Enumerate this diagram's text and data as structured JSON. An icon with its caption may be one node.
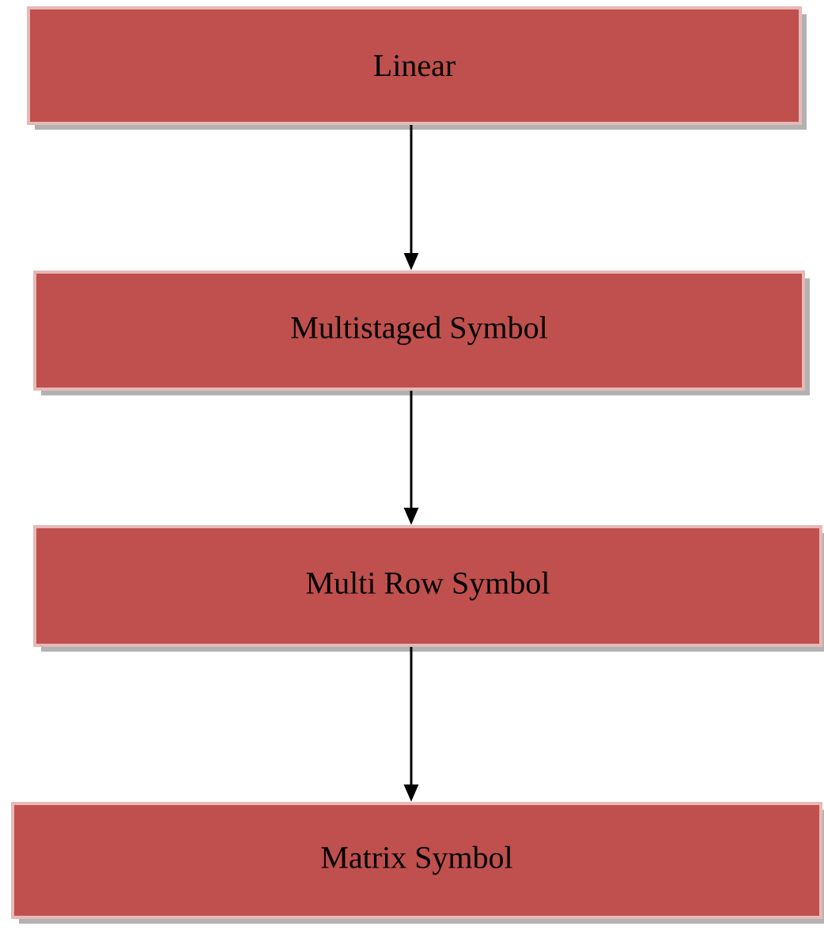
{
  "diagram": {
    "nodes": [
      {
        "text": [
          "Linear"
        ]
      },
      {
        "text": [
          "Multistaged Symbol"
        ]
      },
      {
        "text": [
          "Multi Row Symbol"
        ]
      },
      {
        "text": [
          "Matrix Symbol"
        ]
      }
    ],
    "edges": [
      {
        "from": 0,
        "to": 1,
        "arrow": "to"
      },
      {
        "from": 1,
        "to": 2,
        "arrow": "to"
      },
      {
        "from": 2,
        "to": 3,
        "arrow": "to"
      }
    ]
  }
}
